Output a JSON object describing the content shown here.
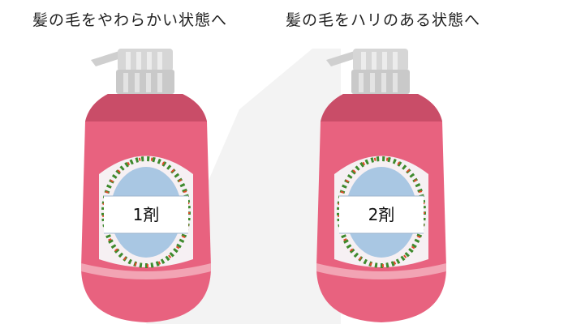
{
  "bottles": [
    {
      "caption": "髪の毛をやわらかい状態へ",
      "label": "1剤"
    },
    {
      "caption": "髪の毛をハリのある状態へ",
      "label": "2剤"
    }
  ],
  "colors": {
    "body": "#e8627f",
    "shoulder": "#c94d68",
    "cap": "#d9d9d9",
    "oval": "#a9c7e3",
    "wreath_leaf": "#3e8a2d",
    "wreath_flower": "#e04a2a"
  }
}
